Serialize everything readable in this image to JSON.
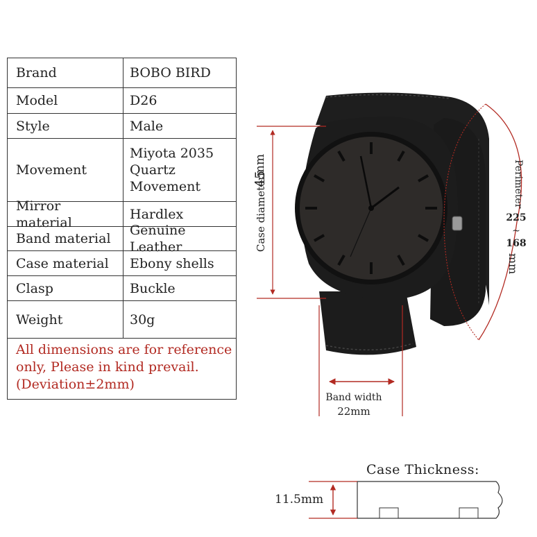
{
  "specs": {
    "rows": [
      {
        "label": "Brand",
        "value": "BOBO BIRD"
      },
      {
        "label": "Model",
        "value": "D26"
      },
      {
        "label": "Style",
        "value": "Male"
      },
      {
        "label": "Movement",
        "value": "Miyota 2035 Quartz Movement"
      },
      {
        "label": "Mirror material",
        "value": "Hardlex"
      },
      {
        "label": "Band material",
        "value": "Genuine Leather"
      },
      {
        "label": "Case material",
        "value": "Ebony shells"
      },
      {
        "label": "Clasp",
        "value": "Buckle"
      },
      {
        "label": "Weight",
        "value": "30g"
      }
    ],
    "movement_lines": [
      "Miyota 2035",
      "Quartz",
      "Movement"
    ],
    "note_lines": [
      "All dimensions are for reference",
      "only, Please in kind prevail.",
      "(Deviation±2mm)"
    ]
  },
  "dimensions": {
    "case_diameter_label": "Case diameter",
    "case_diameter_value": "45",
    "case_diameter_unit": "mm",
    "perimeter_label": "Perimeter",
    "perimeter_max": "225",
    "perimeter_sep": "~",
    "perimeter_min": "168",
    "perimeter_unit": "mm",
    "band_width_label": "Band width",
    "band_width_value": "22mm",
    "case_thickness_label": "Case  Thickness:",
    "case_thickness_value": "11.5mm"
  },
  "colors": {
    "dimension_red": "#b22a22",
    "watch_black": "#1c1c1c",
    "dial": "#2e2b29"
  }
}
